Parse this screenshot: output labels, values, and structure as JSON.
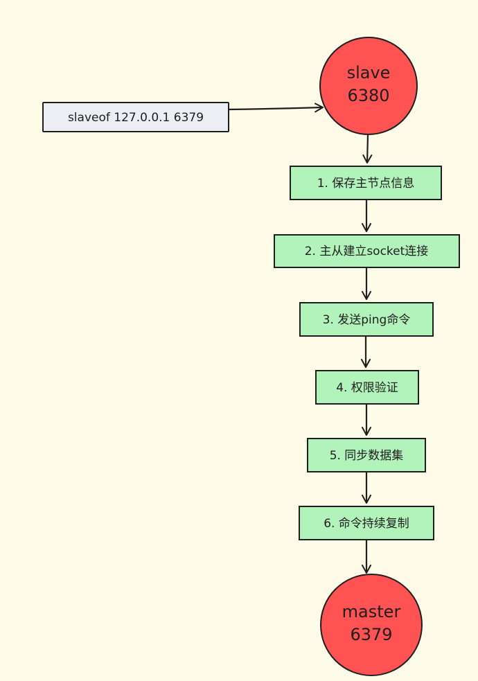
{
  "colors": {
    "background": "#fefbe9",
    "node_fill": "#ff5252",
    "step_fill": "#b2f2bb",
    "command_fill": "#eceef3",
    "stroke": "#1e1e1e"
  },
  "slave": {
    "name": "slave",
    "port": "6380"
  },
  "command": {
    "label": "slaveof 127.0.0.1 6379"
  },
  "steps": [
    {
      "label": "1. 保存主节点信息"
    },
    {
      "label": "2. 主从建立socket连接"
    },
    {
      "label": "3. 发送ping命令"
    },
    {
      "label": "4. 权限验证"
    },
    {
      "label": "5. 同步数据集"
    },
    {
      "label": "6. 命令持续复制"
    }
  ],
  "master": {
    "name": "master",
    "port": "6379"
  }
}
